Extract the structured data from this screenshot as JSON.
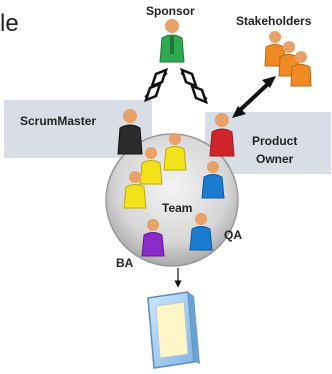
{
  "partial_title": "le",
  "roles": {
    "sponsor": "Sponsor",
    "stakeholders": "Stakeholders",
    "scrum_master": "ScrumMaster",
    "product_owner_line1": "Product",
    "product_owner_line2": "Owner",
    "team": "Team",
    "qa": "QA",
    "ba": "BA"
  },
  "colors": {
    "role_box": "#d8dde6",
    "sponsor": "#2fa84f",
    "stakeholders": "#f08a24",
    "scrum_master": "#2b2b2b",
    "product_owner": "#d0232a",
    "team_yellow": "#f2e21a",
    "team_blue": "#1a7bd0",
    "ba_purple": "#8a2bc8",
    "skin": "#e9a16a"
  },
  "icons": [
    "person-icon",
    "device-icon",
    "arrow-icon"
  ]
}
